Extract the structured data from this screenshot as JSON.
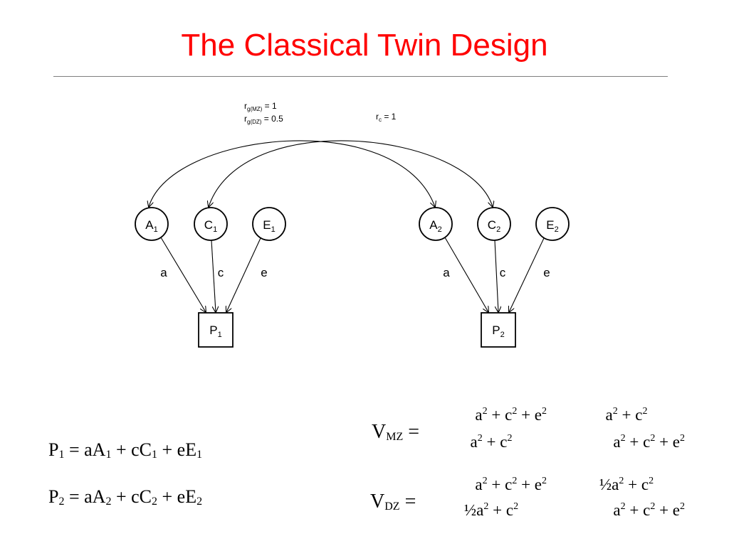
{
  "title": "The Classical Twin Design",
  "colors": {
    "title": "#ff0000",
    "rule": "#7f7f7f",
    "ink": "#000000"
  },
  "nodes": {
    "A1": {
      "letter": "A",
      "sub": "1"
    },
    "C1": {
      "letter": "C",
      "sub": "1"
    },
    "E1": {
      "letter": "E",
      "sub": "1"
    },
    "A2": {
      "letter": "A",
      "sub": "2"
    },
    "C2": {
      "letter": "C",
      "sub": "2"
    },
    "E2": {
      "letter": "E",
      "sub": "2"
    },
    "P1": {
      "letter": "P",
      "sub": "1"
    },
    "P2": {
      "letter": "P",
      "sub": "2"
    }
  },
  "paths": {
    "a": "a",
    "c": "c",
    "e": "e"
  },
  "correlations": {
    "rg_mz": {
      "r": "r",
      "sub": "g(MZ)",
      "value": " = 1"
    },
    "rg_dz": {
      "r": "r",
      "sub": "g(DZ)",
      "value": " = 0.5"
    },
    "rc": {
      "r": "r",
      "sub": "c",
      "value": " = 1"
    }
  },
  "equations": {
    "p1": {
      "p": "P",
      "ps": "1",
      "eq": " = a",
      "a": "A",
      "as": "1",
      "plus1": " + c",
      "c": "C",
      "cs": "1",
      "plus2": " + e",
      "e": "E",
      "es": "1"
    },
    "p2": {
      "p": "P",
      "ps": "2",
      "eq": " = a",
      "a": "A",
      "as": "2",
      "plus1": " + c",
      "c": "C",
      "cs": "2",
      "plus2": " + e",
      "e": "E",
      "es": "2"
    }
  },
  "variance": {
    "mz": {
      "label": "V",
      "sub": "MZ",
      "eq": " =",
      "col1_top": "a² + c² + e²",
      "col1_bottom": "a² + c²",
      "col2_top": "a² + c²",
      "col2_bottom": "a² + c² + e²"
    },
    "dz": {
      "label": "V",
      "sub": "DZ",
      "eq": " =",
      "col1_top": "a² + c² + e²",
      "col1_bottom": "½a² + c²",
      "col2_top": "½a² + c²",
      "col2_bottom": "a² + c² + e²"
    }
  }
}
